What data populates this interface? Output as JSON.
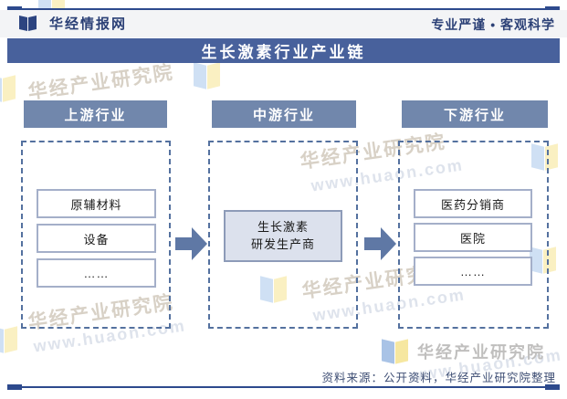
{
  "header": {
    "brand": "华经情报网",
    "slogan": "专业严谨 • 客观科学"
  },
  "title": "生长激素行业产业链",
  "diagram": {
    "upstream": {
      "header": "上游行业",
      "items": [
        "原辅材料",
        "设备",
        "……"
      ]
    },
    "midstream": {
      "header": "中游行业",
      "box_line1": "生长激素",
      "box_line2": "研发生产商"
    },
    "downstream": {
      "header": "下游行业",
      "items": [
        "医药分销商",
        "医院",
        "……"
      ]
    }
  },
  "footer": {
    "logo_text": "华经产业研究院",
    "source_text": "资料来源：公开资料，华经产业研究院整理"
  },
  "watermark": {
    "text": "华经产业研究院",
    "url": "www.huaon.com"
  },
  "colors": {
    "title_bar": "#48619c",
    "column_header": "#7187ac",
    "arrow": "#5f78a5",
    "dashed_border": "#54719f",
    "rule": "#2d4a8d",
    "brand_text": "#2b4076",
    "midstream_fill": "#dce1ed",
    "logo_blue": "#a9c3e6",
    "logo_yellow": "#f6e7a0"
  }
}
